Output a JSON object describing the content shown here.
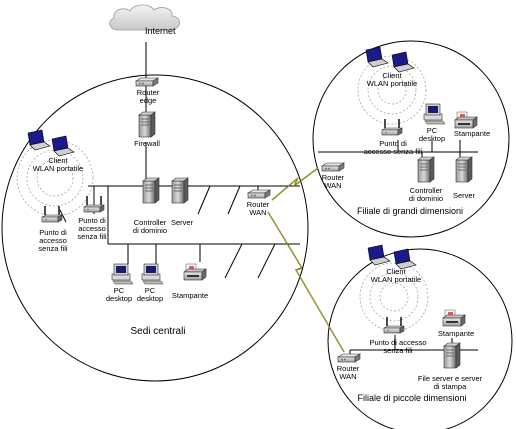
{
  "internet": "Internet",
  "hq": {
    "title": "Sedi centrali",
    "router_edge": "Router\nedge",
    "firewall": "Firewall",
    "router_wan": "Router\nWAN",
    "wlan_clients": "Client\nWLAN portatile",
    "access_point": "Punto di\naccesso\nsenza fili",
    "access_point2": "Punto di\naccesso\nsenza fili",
    "domain_controller": "Controller\ndi dominio",
    "server": "Server",
    "pc1": "PC\ndesktop",
    "pc2": "PC\ndesktop",
    "printer": "Stampante"
  },
  "large_branch": {
    "title": "Filiale di grandi dimensioni",
    "wlan_clients": "Client\nWLAN portatile",
    "access_point": "Punto di\naccesso senza fili",
    "pc": "PC\ndesktop",
    "printer": "Stampante",
    "router_wan": "Router\nWAN",
    "domain_controller": "Controller\ndi dominio",
    "server": "Server"
  },
  "small_branch": {
    "title": "Filiale di piccole dimensioni",
    "wlan_clients": "Client\nWLAN portatile",
    "access_point": "Punto di accesso\nsenza fili",
    "printer": "Stampante",
    "router_wan": "Router\nWAN",
    "file_server": "File server e server\ndi stampa"
  }
}
